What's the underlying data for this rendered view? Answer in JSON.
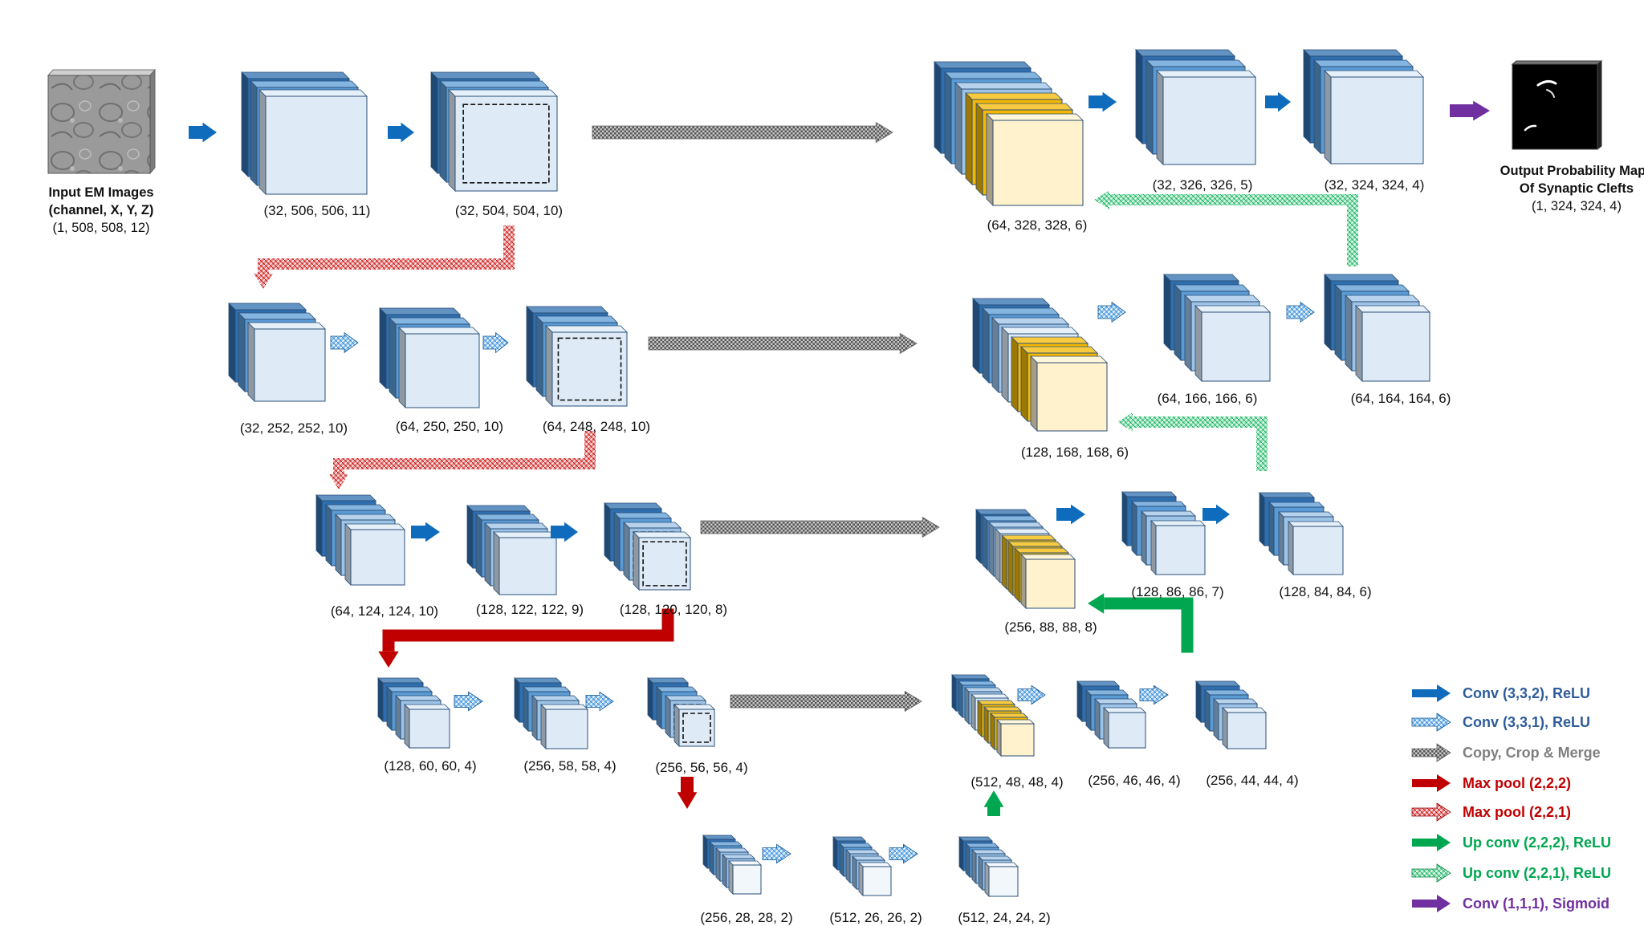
{
  "input": {
    "title_line1": "Input EM Images",
    "title_line2": "(channel, X, Y, Z)",
    "dims": "(1, 508, 508, 12)"
  },
  "output": {
    "title_line1": "Output Probability Maps",
    "title_line2": "Of Synaptic Clefts",
    "dims": "(1, 324, 324, 4)"
  },
  "dims": {
    "e1a": "(32, 506, 506, 11)",
    "e1b": "(32, 504, 504, 10)",
    "e2a": "(32, 252, 252, 10)",
    "e2b": "(64, 250, 250, 10)",
    "e2c": "(64, 248, 248, 10)",
    "e3a": "(64, 124, 124, 10)",
    "e3b": "(128, 122, 122, 9)",
    "e3c": "(128, 120, 120, 8)",
    "e4a": "(128, 60, 60, 4)",
    "e4b": "(256, 58, 58, 4)",
    "e4c": "(256, 56, 56, 4)",
    "b1": "(256, 28, 28, 2)",
    "b2": "(512, 26, 26, 2)",
    "b3": "(512, 24, 24, 2)",
    "d4m": "(512, 48, 48, 4)",
    "d4a": "(256, 46, 46, 4)",
    "d4b": "(256, 44, 44, 4)",
    "d3m": "(256, 88, 88, 8)",
    "d3a": "(128, 86, 86, 7)",
    "d3b": "(128, 84, 84, 6)",
    "d2m": "(128, 168, 168, 6)",
    "d2a": "(64, 166, 166, 6)",
    "d2b": "(64, 164, 164, 6)",
    "d1m": "(64, 328, 328, 6)",
    "d1a": "(32, 326, 326, 5)",
    "d1b": "(32, 324, 324, 4)"
  },
  "legend": [
    {
      "label": "Conv (3,3,2), ReLU",
      "color": "#0f6cbd",
      "kind": "solid"
    },
    {
      "label": "Conv (3,3,1), ReLU",
      "color": "#0f6cbd",
      "kind": "hatch"
    },
    {
      "label": "Copy, Crop & Merge",
      "color": "#7a7a7a",
      "kind": "check"
    },
    {
      "label": "Max pool (2,2,2)",
      "color": "#c00000",
      "kind": "solid"
    },
    {
      "label": "Max pool (2,2,1)",
      "color": "#c00000",
      "kind": "hatch"
    },
    {
      "label": "Up conv (2,2,2), ReLU",
      "color": "#00a650",
      "kind": "solid"
    },
    {
      "label": "Up conv (2,2,1), ReLU",
      "color": "#00a650",
      "kind": "hatch"
    },
    {
      "label": "Conv (1,1,1), Sigmoid",
      "color": "#7030a0",
      "kind": "solid"
    }
  ],
  "colors": {
    "conv_blue": "#0f6cbd",
    "pool_red": "#c00000",
    "upconv_green": "#00a650",
    "copy_gray": "#7a7a7a",
    "sigmoid_purple": "#7030a0",
    "block_dark": "#2f6faf",
    "block_mid": "#5b9bd5",
    "block_light": "#9dc3e6",
    "block_pale": "#deebf7",
    "merge_gold": "#f5b800",
    "merge_pale": "#fff2cc"
  }
}
